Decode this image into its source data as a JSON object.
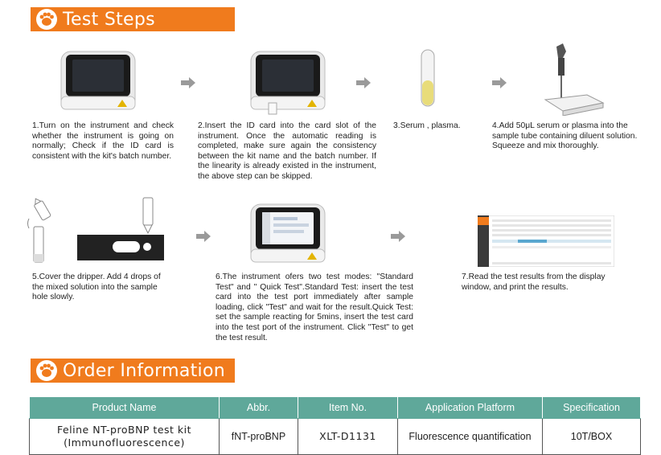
{
  "sections": {
    "test_steps_title": "Test Steps",
    "order_info_title": "Order Information"
  },
  "steps": [
    {
      "text": "1.Turn on the instrument and check whether the instrument is going on normally; Check if the ID card is consistent with the kit's batch number."
    },
    {
      "text": "2.Insert the ID card into the card slot of the instrument. Once the automatic reading is completed, make sure again the consistency between the kit name and the batch number. If the linearity is already existed in the instrument, the above step can be skipped."
    },
    {
      "text": "3.Serum , plasma."
    },
    {
      "text": "4.Add 50μL serum or plasma into the sample tube containing diluent solution. Squeeze and mix thoroughly."
    },
    {
      "text": "5.Cover the dripper. Add 4 drops of the mixed solution into the sample hole slowly."
    },
    {
      "text": "6.The instrument ofers two test modes: \"Standard Test\" and \" Quick Test\".Standard Test: insert the test card into the test port immediately after sample loading, click \"Test\" and wait for the result.Quick Test: set the sample reacting for 5mins, insert the test card into the test port of the instrument. Click \"Test\" to get the test result."
    },
    {
      "text": "7.Read the test results from the display window, and print the results."
    }
  ],
  "order_table": {
    "headers": [
      "Product Name",
      "Abbr.",
      "Item No.",
      "Application Platform",
      "Specification"
    ],
    "rows": [
      [
        "Feline NT-proBNP test kit (Immunofluorescence)",
        "fNT-proBNP",
        "XLT-D1131",
        "Fluorescence quantification",
        "10T/BOX"
      ]
    ]
  },
  "colors": {
    "banner": "#f07b1d",
    "table_header": "#5fa89a",
    "arrow": "#9a9a9a"
  }
}
